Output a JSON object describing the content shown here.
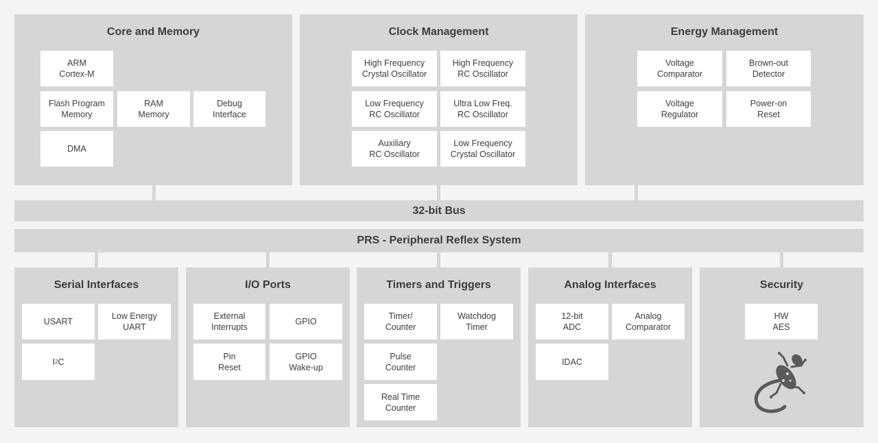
{
  "colors": {
    "panel": "#d6d6d6",
    "box": "#ffffff",
    "text": "#3c3c3c",
    "background": "#f4f4f4",
    "logo": "#5a5a5a"
  },
  "top_panels": {
    "core": {
      "title": "Core and Memory",
      "arm": "ARM\nCortex-M",
      "flash": "Flash Program\nMemory",
      "ram": "RAM\nMemory",
      "debug": "Debug\nInterface",
      "dma": "DMA"
    },
    "clock": {
      "title": "Clock Management",
      "hfxo": "High Frequency\nCrystal Oscillator",
      "hfrco": "High Frequency\nRC Oscillator",
      "lfrco": "Low Frequency\nRC Oscillator",
      "ulfrco": "Ultra Low Freq.\nRC Oscillator",
      "auxhfrco": "Auxiliary\nRC Oscillator",
      "lfxo": "Low Frequency\nCrystal Oscillator"
    },
    "energy": {
      "title": "Energy Management",
      "vcmp": "Voltage\nComparator",
      "bod": "Brown-out\nDetector",
      "vreg": "Voltage\nRegulator",
      "por": "Power-on\nReset"
    }
  },
  "bus": {
    "label": "32-bit Bus"
  },
  "prs": {
    "label": "PRS - Peripheral Reflex System"
  },
  "bottom_panels": {
    "serial": {
      "title": "Serial Interfaces",
      "usart": "USART",
      "leuart": "Low Energy\nUART",
      "i2c_prefix": "I",
      "i2c_sup": "2",
      "i2c_suffix": "C"
    },
    "io": {
      "title": "I/O Ports",
      "ext_int": "External\nInterrupts",
      "gpio": "GPIO",
      "pin_reset": "Pin\nReset",
      "gpio_wakeup": "GPIO\nWake-up"
    },
    "timers": {
      "title": "Timers and Triggers",
      "timer": "Timer/\nCounter",
      "watchdog": "Watchdog\nTimer",
      "pulse": "Pulse\nCounter",
      "rtc": "Real Time\nCounter"
    },
    "analog": {
      "title": "Analog Interfaces",
      "adc": "12-bit\nADC",
      "acmp": "Analog\nComparator",
      "idac": "IDAC"
    },
    "security": {
      "title": "Security",
      "aes": "HW\nAES",
      "logo_icon": "gecko-icon"
    }
  }
}
